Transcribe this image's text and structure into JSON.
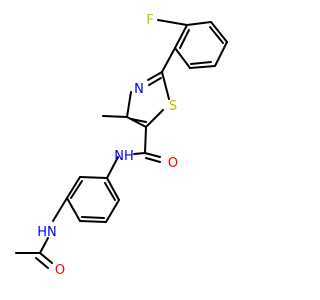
{
  "colors": {
    "bond": "#000000",
    "F": "#a6d400",
    "N": "#0000ff",
    "O": "#ff0000",
    "S": "#c8b400",
    "background": "#ffffff"
  },
  "atoms": {
    "fluorine": "F",
    "thiazole_nitrogen": "N",
    "thiazole_sulfur": "S",
    "amide_oxygen": "O",
    "amide_nh": "NH",
    "acetamide_nh": "HN",
    "acetyl_oxygen": "O"
  }
}
